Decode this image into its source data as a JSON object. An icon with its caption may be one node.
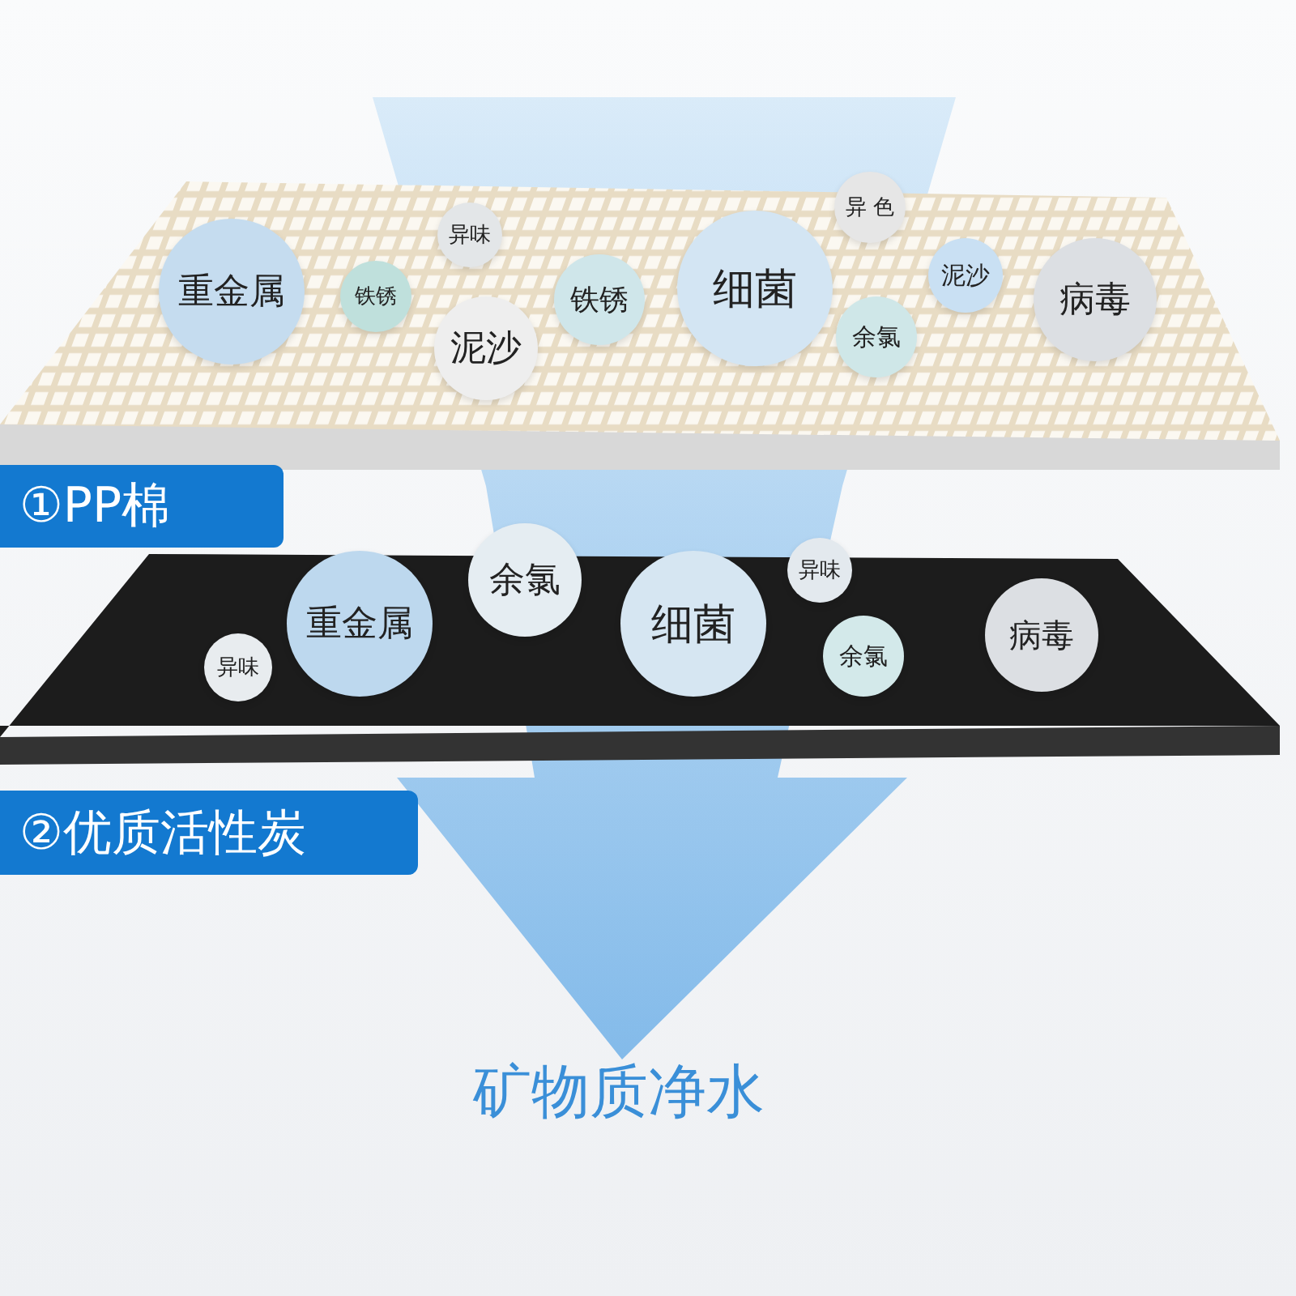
{
  "diagram": {
    "nodes": [
      {
        "text": [
          "异味"
        ]
      },
      {
        "text": [
          "异 色"
        ]
      },
      {
        "text": [
          "重金属"
        ]
      },
      {
        "text": [
          "铁锈"
        ]
      },
      {
        "text": [
          "泥沙"
        ]
      },
      {
        "text": [
          "病毒"
        ]
      },
      {
        "text": [
          "铁锈"
        ]
      },
      {
        "text": [
          "细菌"
        ]
      },
      {
        "text": [
          "泥沙"
        ]
      },
      {
        "text": [
          "余氯"
        ]
      },
      {
        "text": [
          "①PP棉"
        ]
      },
      {
        "text": [
          "余氯"
        ]
      },
      {
        "text": [
          "异味"
        ]
      },
      {
        "text": [
          "细菌"
        ]
      },
      {
        "text": [
          "重金属"
        ]
      },
      {
        "text": [
          "病毒"
        ]
      },
      {
        "text": [
          "异味"
        ]
      },
      {
        "text": [
          "余氯"
        ]
      },
      {
        "text": [
          "②优质活性炭"
        ]
      },
      {
        "text": [
          "矿物质净水"
        ]
      }
    ],
    "edges": [
      {
        "from": null,
        "to": 19,
        "arrow": "to"
      }
    ]
  }
}
